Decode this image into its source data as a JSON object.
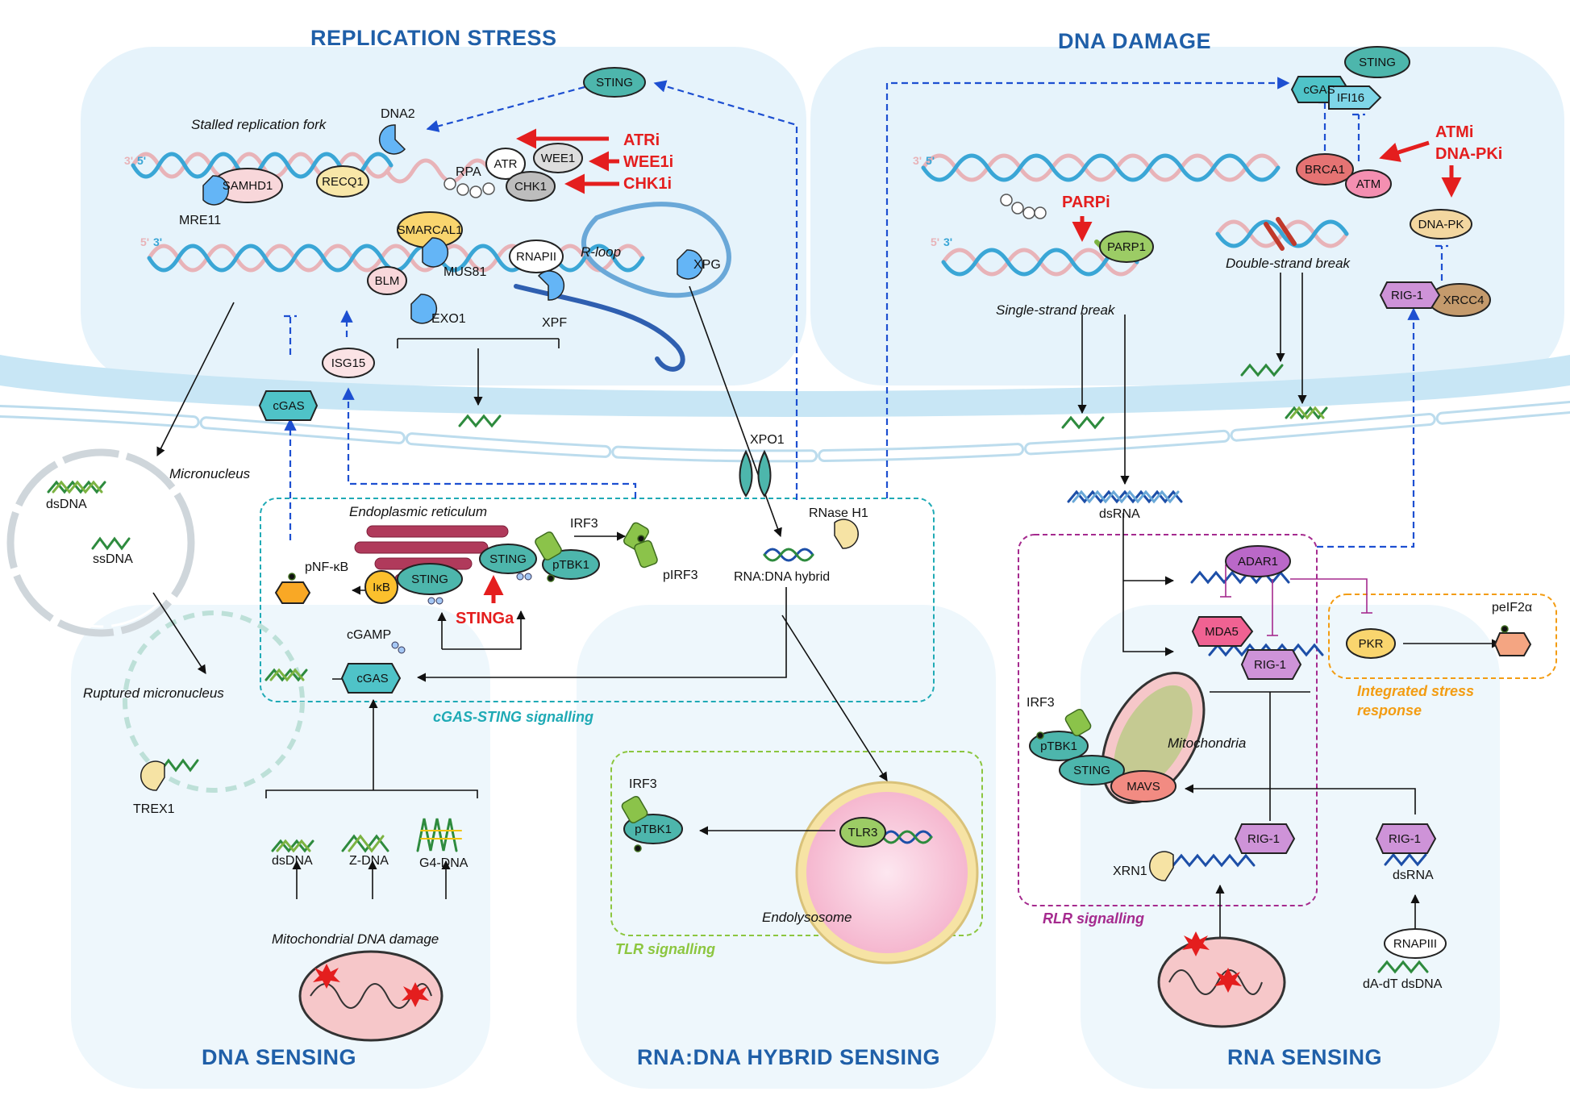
{
  "headers": {
    "replication_stress": "REPLICATION STRESS",
    "dna_damage": "DNA DAMAGE",
    "dna_sensing": "DNA SENSING",
    "rna_dna_hybrid_sensing": "RNA:DNA HYBRID SENSING",
    "rna_sensing": "RNA SENSING"
  },
  "captions": {
    "stalled_fork": "Stalled replication fork",
    "r_loop": "R-loop",
    "single_strand_break": "Single-strand break",
    "double_strand_break": "Double-strand break",
    "micronucleus": "Micronucleus",
    "ruptured_micronucleus": "Ruptured micronucleus",
    "endoplasmic_reticulum": "Endoplasmic reticulum",
    "mitochondria": "Mitochondria",
    "endolysosome": "Endolysosome",
    "mito_dna_damage": "Mitochondrial DNA damage"
  },
  "pathways": {
    "cgas_sting": "cGAS-STING signalling",
    "tlr": "TLR signalling",
    "rlr": "RLR signalling",
    "isr_1": "Integrated stress",
    "isr_2": "response"
  },
  "inhibitors": {
    "atri": "ATRi",
    "wee1i": "WEE1i",
    "chk1i": "CHK1i",
    "atmi": "ATMi",
    "dnapki": "DNA-PKi",
    "parpi": "PARPi",
    "stinga": "STINGa"
  },
  "strand_ends": {
    "three": "3'",
    "five": "5'"
  },
  "proteins": {
    "sting_top": "STING",
    "dna2": "DNA2",
    "samhd1": "SAMHD1",
    "recq1": "RECQ1",
    "mre11": "MRE11",
    "rpa": "RPA",
    "atr": "ATR",
    "wee1": "WEE1",
    "chk1": "CHK1",
    "smarcal1": "SMARCAL1",
    "blm": "BLM",
    "mus81": "MUS81",
    "exo1": "EXO1",
    "rnapii": "RNAPII",
    "xpf": "XPF",
    "xpg": "XPG",
    "isg15": "ISG15",
    "cgas_nuc": "cGAS",
    "cgas_dd": "cGAS",
    "sting_dd": "STING",
    "ifi16": "IFI16",
    "brca1": "BRCA1",
    "atm": "ATM",
    "dnapk": "DNA-PK",
    "rig1_dd": "RIG-1",
    "xrcc4": "XRCC4",
    "parp1": "PARP1",
    "xpo1": "XPO1",
    "rnaseh1": "RNase H1",
    "irf3_top": "IRF3",
    "sting_er": "STING",
    "ptbk1_er": "pTBK1",
    "pirf3": "pIRF3",
    "pnfkb": "pNF-κB",
    "ikb": "IκB",
    "sting_ikb": "STING",
    "cgamp": "cGAMP",
    "cgas_cyto": "cGAS",
    "irf3_tlr": "IRF3",
    "ptbk1_tlr": "pTBK1",
    "tlr3": "TLR3",
    "trex1": "TREX1",
    "adar1": "ADAR1",
    "mda5": "MDA5",
    "rig1_rlr": "RIG-1",
    "pkr": "PKR",
    "peif2a": "peIF2α",
    "irf3_rlr": "IRF3",
    "ptbk1_rlr": "pTBK1",
    "sting_rlr": "STING",
    "mavs": "MAVS",
    "rig1_low": "RIG-1",
    "xrn1": "XRN1",
    "rig1_right": "RIG-1",
    "rnapiii": "RNAPIII"
  },
  "nucleic_acids": {
    "dsdna_micro": "dsDNA",
    "ssdna_micro": "ssDNA",
    "rna_dna_hybrid": "RNA:DNA hybrid",
    "dsrna_top": "dsRNA",
    "dsdna_mito": "dsDNA",
    "zdna": "Z-DNA",
    "g4dna": "G4-DNA",
    "dsrna_right": "dsRNA",
    "dadt": "dA-dT dsDNA"
  },
  "colors": {
    "panel": "#e6f3fb",
    "membrane": "#c8e6f5",
    "strand_blue": "#3aa6d6",
    "strand_pink": "#e8b3b8",
    "dashed_blue": "#1d4fd1",
    "inhibitor_red": "#e41e1e",
    "cgas_teal": "#1faab5",
    "tlr_green": "#8cc63f",
    "rlr_purple": "#a52a8e",
    "isr_orange": "#f39c12",
    "mito_pink": "#f6c7c9",
    "dna_green": "#2e8b3e"
  }
}
